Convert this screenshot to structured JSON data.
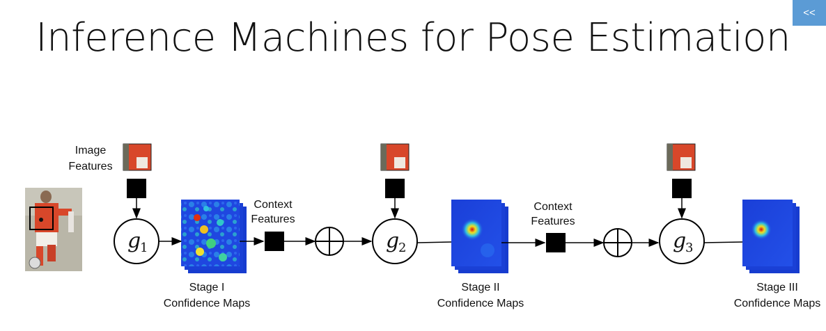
{
  "header": {
    "title": "Inference Machines for Pose Estimation",
    "nav_button": "<<"
  },
  "labels": {
    "image_features": [
      "Image",
      "Features"
    ],
    "context_features_1": [
      "Context",
      "Features"
    ],
    "context_features_2": [
      "Context",
      "Features"
    ],
    "stage1": [
      "Stage I",
      "Confidence Maps"
    ],
    "stage2": [
      "Stage II",
      "Confidence Maps"
    ],
    "stage3": [
      "Stage III",
      "Confidence Maps"
    ]
  },
  "nodes": {
    "g1": {
      "letter": "g",
      "sub": "1"
    },
    "g2": {
      "letter": "g",
      "sub": "2"
    },
    "g3": {
      "letter": "g",
      "sub": "3"
    }
  },
  "colors": {
    "map_base": "#1d43e0",
    "map_hot": "#e03010",
    "photo_shirt": "#d8472a",
    "nav": "#5b9bd5"
  }
}
